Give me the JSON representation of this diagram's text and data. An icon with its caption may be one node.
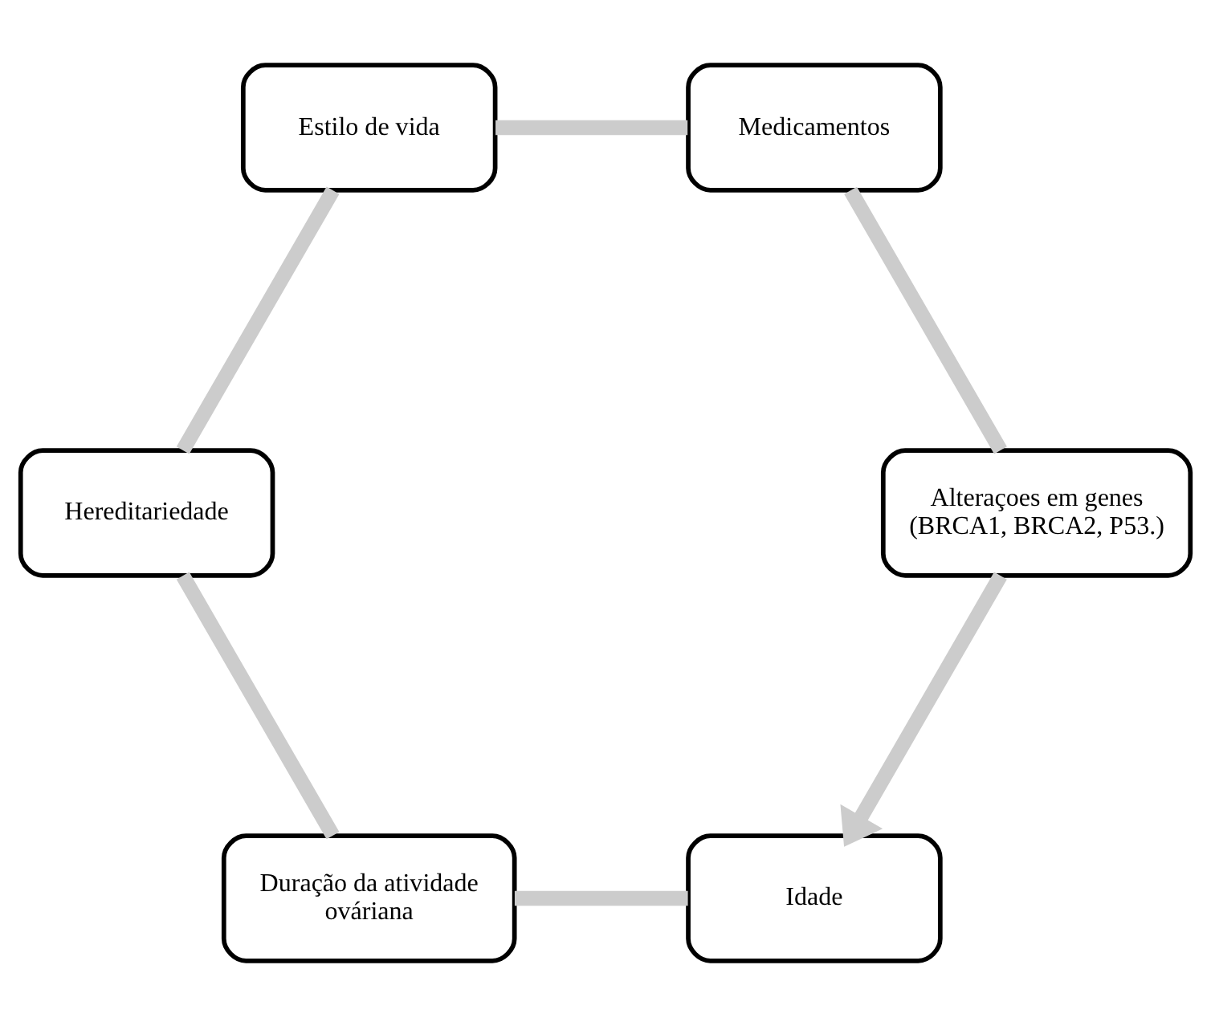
{
  "diagram": {
    "nodes": [
      {
        "text": [
          "Idade"
        ]
      },
      {
        "text": [
          "Duração da atividade ováriana"
        ]
      },
      {
        "text": [
          "Hereditariedade"
        ]
      },
      {
        "text": [
          "Estilo de vida"
        ]
      },
      {
        "text": [
          "Medicamentos"
        ]
      },
      {
        "text": [
          "Alteraçoes em genes (BRCA1, BRCA2, P53.)"
        ]
      }
    ],
    "edges": [
      {
        "from": 0,
        "to": 1,
        "arrow": "none"
      },
      {
        "from": 1,
        "to": 2,
        "arrow": "none"
      },
      {
        "from": 2,
        "to": 3,
        "arrow": "none"
      },
      {
        "from": 3,
        "to": 4,
        "arrow": "none"
      },
      {
        "from": 4,
        "to": 5,
        "arrow": "none"
      },
      {
        "from": 5,
        "to": 0,
        "arrow": "to"
      }
    ]
  }
}
